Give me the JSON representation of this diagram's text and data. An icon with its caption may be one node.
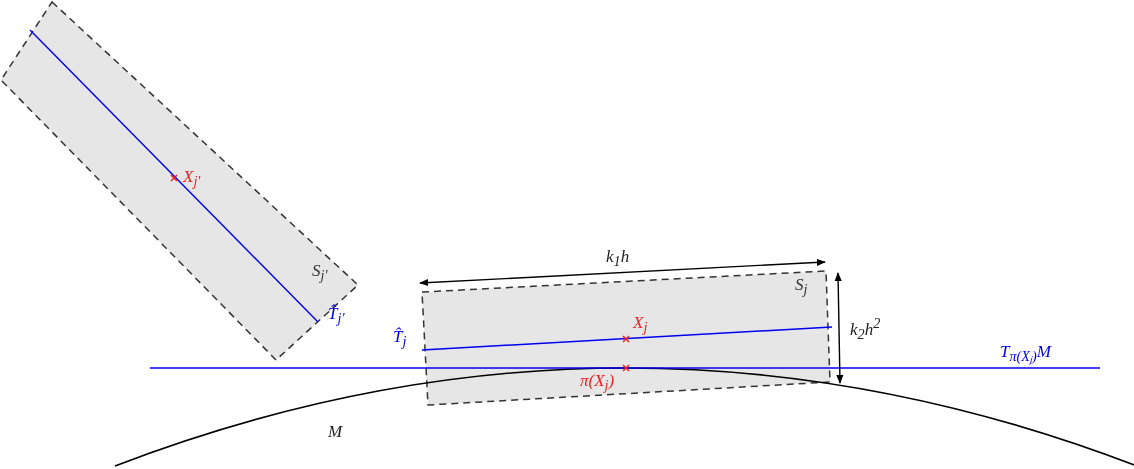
{
  "diagram": {
    "nodes": [
      {
        "text": [
          "S$_{j'}$"
        ]
      },
      {
        "text": [
          "S$_{j}$"
        ]
      }
    ],
    "labels": [
      "X$_{j'}$",
      "T̂$_{j'}$",
      "k$_{1}$h",
      "T̂$_{j}$",
      "X$_{j}$",
      "k$_{2}$h$^{2}$",
      "π(X$_{j}$)",
      "T$_{π(Xⱼ)}$M",
      "M"
    ]
  }
}
